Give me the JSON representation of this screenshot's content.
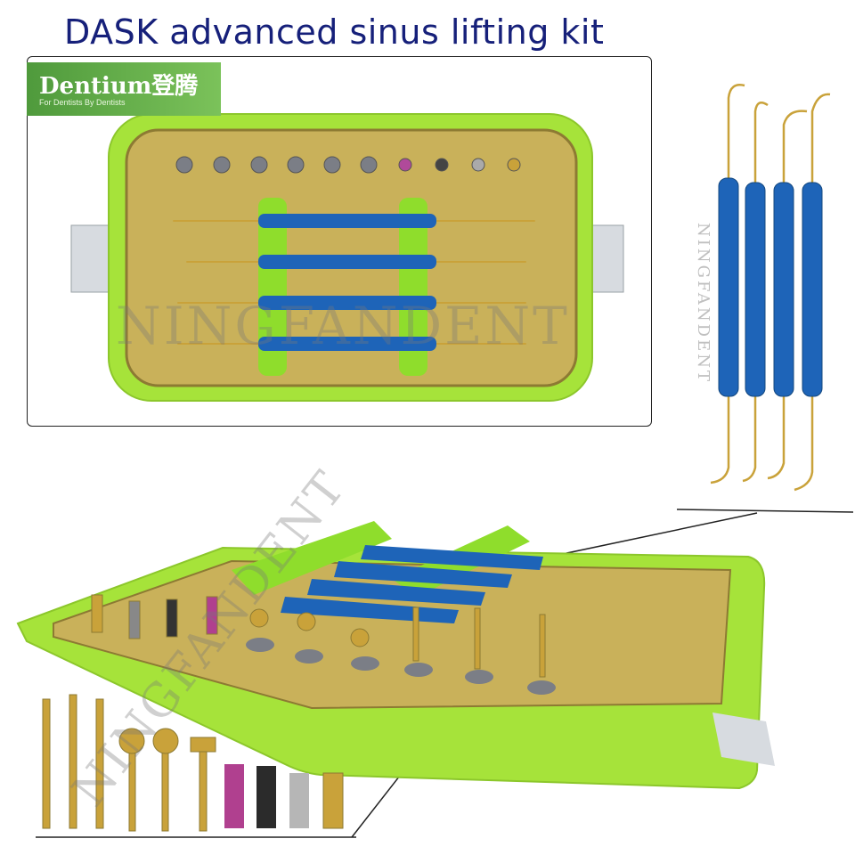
{
  "page": {
    "title": "DASK advanced sinus lifting kit"
  },
  "logo": {
    "brand": "Dentium登腾",
    "tagline": "For Dentists By Dentists"
  },
  "watermark": {
    "text": "NINGFANDENT"
  },
  "colors": {
    "title": "#16207a",
    "tray_green": "#a6e33a",
    "tray_inner": "#c9b15a",
    "handle_blue": "#1e64b8",
    "gold": "#c9a23a"
  }
}
